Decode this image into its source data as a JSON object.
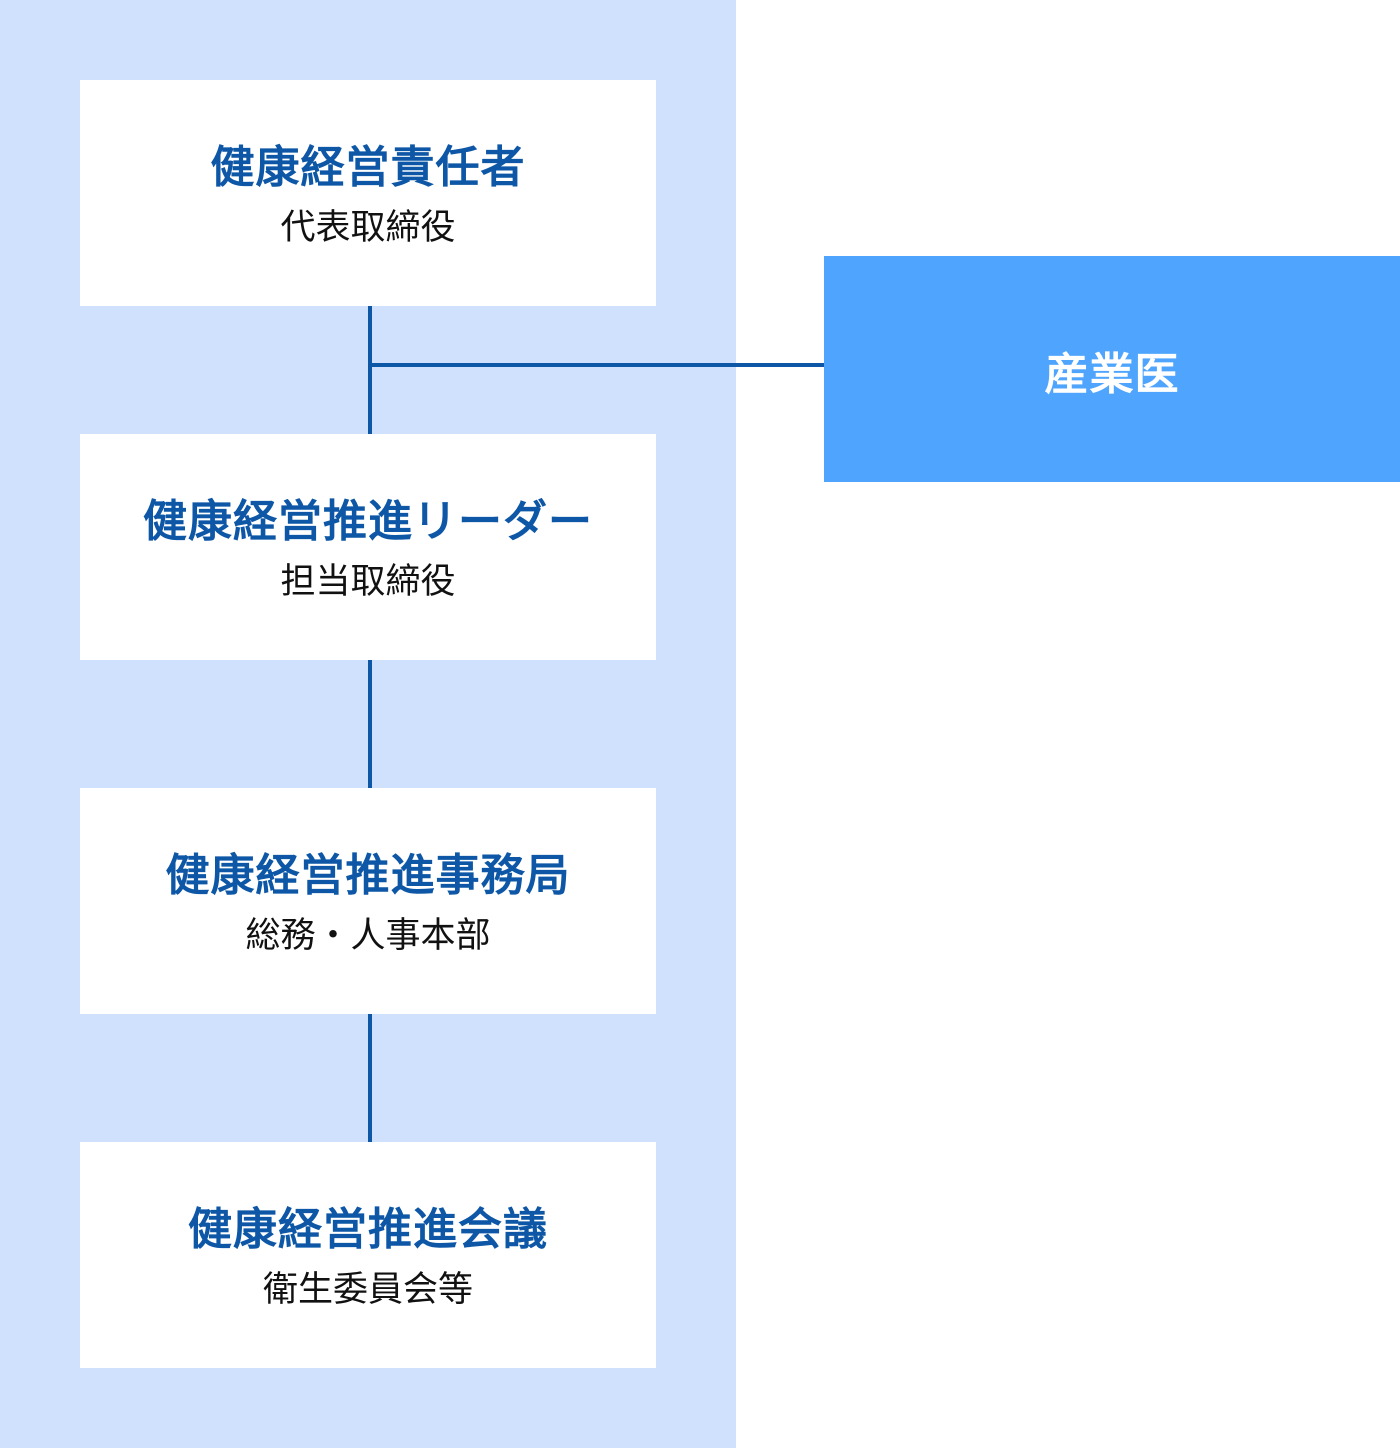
{
  "org_chart": {
    "nodes": [
      {
        "title": "健康経営責任者",
        "subtitle": "代表取締役"
      },
      {
        "title": "健康経営推進リーダー",
        "subtitle": "担当取締役"
      },
      {
        "title": "健康経営推進事務局",
        "subtitle": "総務・人事本部"
      },
      {
        "title": "健康経営推進会議",
        "subtitle": "衛生委員会等"
      }
    ],
    "advisor": {
      "title": "産業医"
    }
  },
  "colors": {
    "panel_background": "#d0e1fe",
    "title_text": "#0d57a6",
    "connector": "#0d57a6",
    "advisor_background": "#4fa5fe",
    "advisor_text": "#ffffff"
  }
}
